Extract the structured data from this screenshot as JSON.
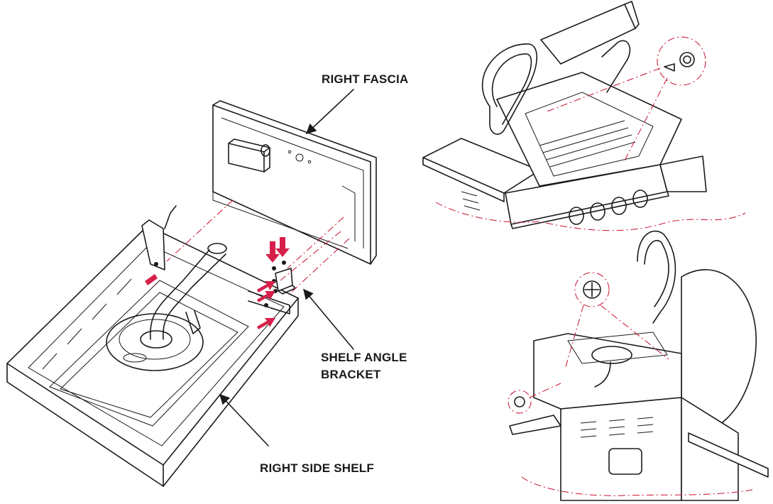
{
  "labels": {
    "right_fascia": "RIGHT FASCIA",
    "shelf_angle_bracket_line1": "SHELF ANGLE",
    "shelf_angle_bracket_line2": "BRACKET",
    "right_side_shelf": "RIGHT SIDE SHELF"
  },
  "colors": {
    "line": "#1a1a1a",
    "accent_dash": "#c8102e",
    "arrow_highlight": "#d6204a",
    "background": "#ffffff"
  }
}
